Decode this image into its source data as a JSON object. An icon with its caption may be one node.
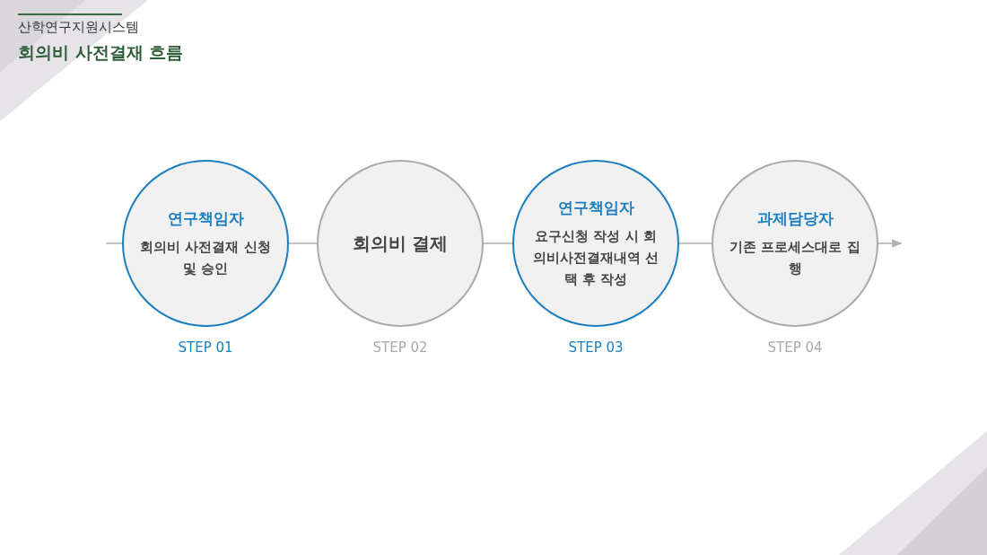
{
  "diagram": {
    "title": "회의비 사전결재 흐름",
    "labels": [
      "산학연구지원시스템"
    ],
    "nodes": [
      {
        "text": [
          "연구책임자",
          "회의비 사전결재 신청 및 승인"
        ],
        "beside": [
          "STEP 01"
        ]
      },
      {
        "text": [
          "회의비 결제"
        ],
        "beside": [
          "STEP 02"
        ]
      },
      {
        "text": [
          "연구책임자",
          "요구신청 작성 시 회의비사전결재내역 선택 후 작성"
        ],
        "beside": [
          "STEP 03"
        ]
      },
      {
        "text": [
          "과제담당자",
          "기존 프로세스대로 집행"
        ],
        "beside": [
          "STEP 04"
        ]
      }
    ],
    "edges": [
      {
        "from": null,
        "to": 0,
        "arrow": "none"
      },
      {
        "from": 0,
        "to": 1,
        "arrow": "none"
      },
      {
        "from": 1,
        "to": 2,
        "arrow": "none"
      },
      {
        "from": 2,
        "to": 3,
        "arrow": "none"
      },
      {
        "from": 3,
        "to": null,
        "arrow": "to"
      }
    ]
  }
}
